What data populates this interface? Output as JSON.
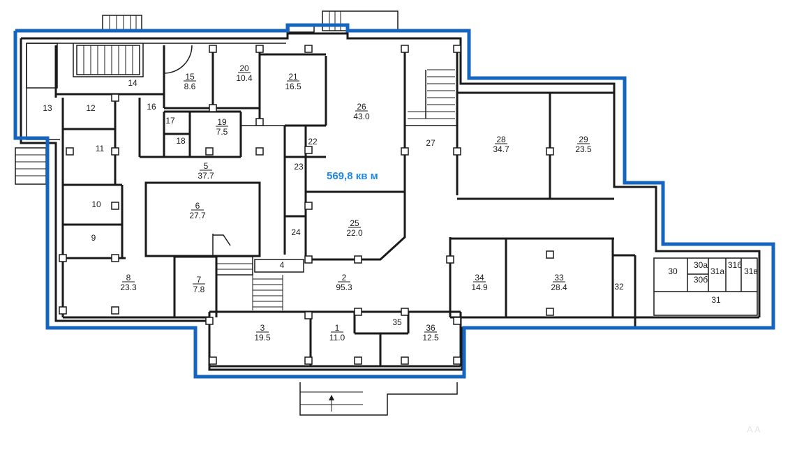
{
  "total_area": "569,8 кв м",
  "watermark": "A  A",
  "rooms_with_area": [
    {
      "num": "15",
      "area": "8.6"
    },
    {
      "num": "20",
      "area": "10.4"
    },
    {
      "num": "21",
      "area": "16.5"
    },
    {
      "num": "26",
      "area": "43.0"
    },
    {
      "num": "28",
      "area": "34.7"
    },
    {
      "num": "29",
      "area": "23.5"
    },
    {
      "num": "19",
      "area": "7.5"
    },
    {
      "num": "5",
      "area": "37.7"
    },
    {
      "num": "6",
      "area": "27.7"
    },
    {
      "num": "25",
      "area": "22.0"
    },
    {
      "num": "8",
      "area": "23.3"
    },
    {
      "num": "7",
      "area": "7.8"
    },
    {
      "num": "2",
      "area": "95.3"
    },
    {
      "num": "34",
      "area": "14.9"
    },
    {
      "num": "33",
      "area": "28.4"
    },
    {
      "num": "3",
      "area": "19.5"
    },
    {
      "num": "1",
      "area": "11.0"
    },
    {
      "num": "36",
      "area": "12.5"
    }
  ],
  "rooms_label_only": [
    "14",
    "13",
    "12",
    "16",
    "17",
    "18",
    "11",
    "10",
    "9",
    "22",
    "23",
    "27",
    "24",
    "4",
    "35",
    "32",
    "30",
    "30а",
    "31б",
    "31а",
    "31в",
    "30б",
    "31"
  ]
}
